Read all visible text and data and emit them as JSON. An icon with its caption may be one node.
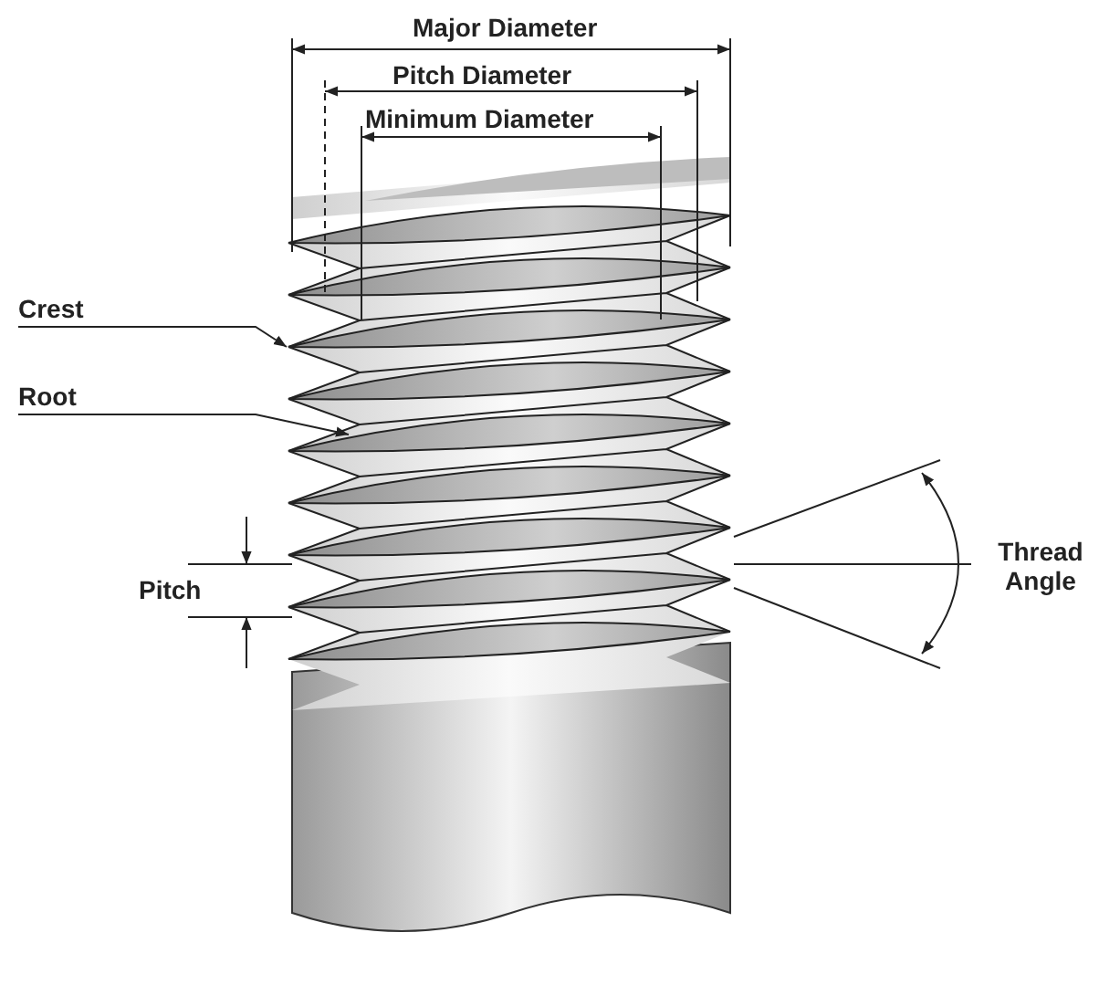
{
  "diagram": {
    "nodes": [
      {
        "text": [
          "Crest"
        ]
      },
      {
        "text": [
          "Root"
        ]
      }
    ],
    "edges": [
      {
        "from": 0,
        "to": null,
        "arrow": "to"
      },
      {
        "from": 1,
        "to": null,
        "arrow": "to"
      }
    ],
    "labels": [
      "Major Diameter",
      "Pitch Diameter",
      "Minimum Diameter",
      "Pitch",
      "Thread Angle"
    ]
  }
}
